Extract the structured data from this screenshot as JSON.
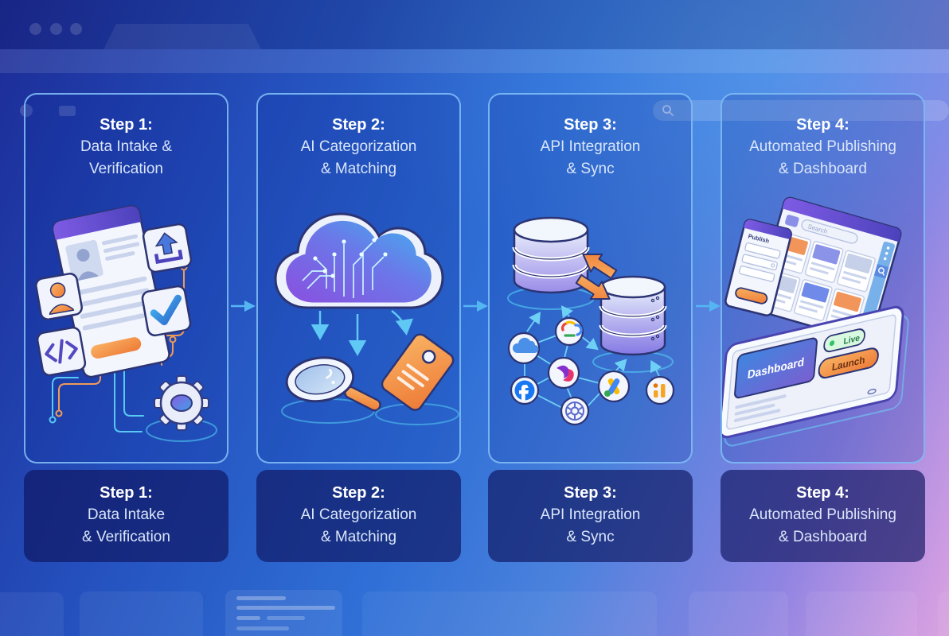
{
  "window": {
    "traffic_dot_count": 3,
    "address_bar_placeholder": ""
  },
  "steps": [
    {
      "step_label": "Step 1:",
      "header_line1": "Data Intake &",
      "header_line2": "Verification",
      "footer_line1": "Data Intake",
      "footer_line2": "& Verification"
    },
    {
      "step_label": "Step 2:",
      "header_line1": "AI Categorization",
      "header_line2": "& Matching",
      "footer_line1": "AI Categorization",
      "footer_line2": "& Matching"
    },
    {
      "step_label": "Step 3:",
      "header_line1": "API Integration",
      "header_line2": "& Sync",
      "footer_line1": "API Integration",
      "footer_line2": "& Sync"
    },
    {
      "step_label": "Step 4:",
      "header_line1": "Automated Publishing",
      "header_line2": "& Dashboard",
      "footer_line1": "Automated Publishing",
      "footer_line2": "& Dashboard"
    }
  ],
  "illustration_labels": {
    "search": "Search",
    "publish": "Publish",
    "dashboard": "Dashboard",
    "live": "Live",
    "launch": "Launch"
  },
  "icons": {
    "chrome": [
      "window-dots",
      "back-icon",
      "bookmark-icon",
      "search-icon"
    ],
    "step1": [
      "document-form",
      "user-icon",
      "upload-icon",
      "checkmark-icon",
      "code-icon",
      "gear-icon"
    ],
    "step2": [
      "ai-circuit-cloud-icon",
      "magnifier-icon",
      "price-tag-icon"
    ],
    "step3": [
      "database-icon",
      "sync-arrows-icon",
      "cloud-service-icon",
      "google-cloud-icon",
      "facebook-icon",
      "bird-logo-icon",
      "shutter-icon",
      "google-ads-icon",
      "analytics-icon"
    ],
    "step4": [
      "browser-window",
      "publish-form",
      "tablet-dashboard",
      "live-badge",
      "launch-button"
    ]
  },
  "colors": {
    "bg_top_left": "#1c2b96",
    "bg_mid_blue": "#2f6fd6",
    "bg_bottom_right": "#d8a4de",
    "card_border": "#7fbcf5",
    "footer_fill": "#1b3086",
    "arrow": "#55b5f3",
    "accent_orange": "#f08a48",
    "accent_cyan": "#58d4f6",
    "accent_purple": "#6c5bd4",
    "live_green": "#34c268"
  }
}
